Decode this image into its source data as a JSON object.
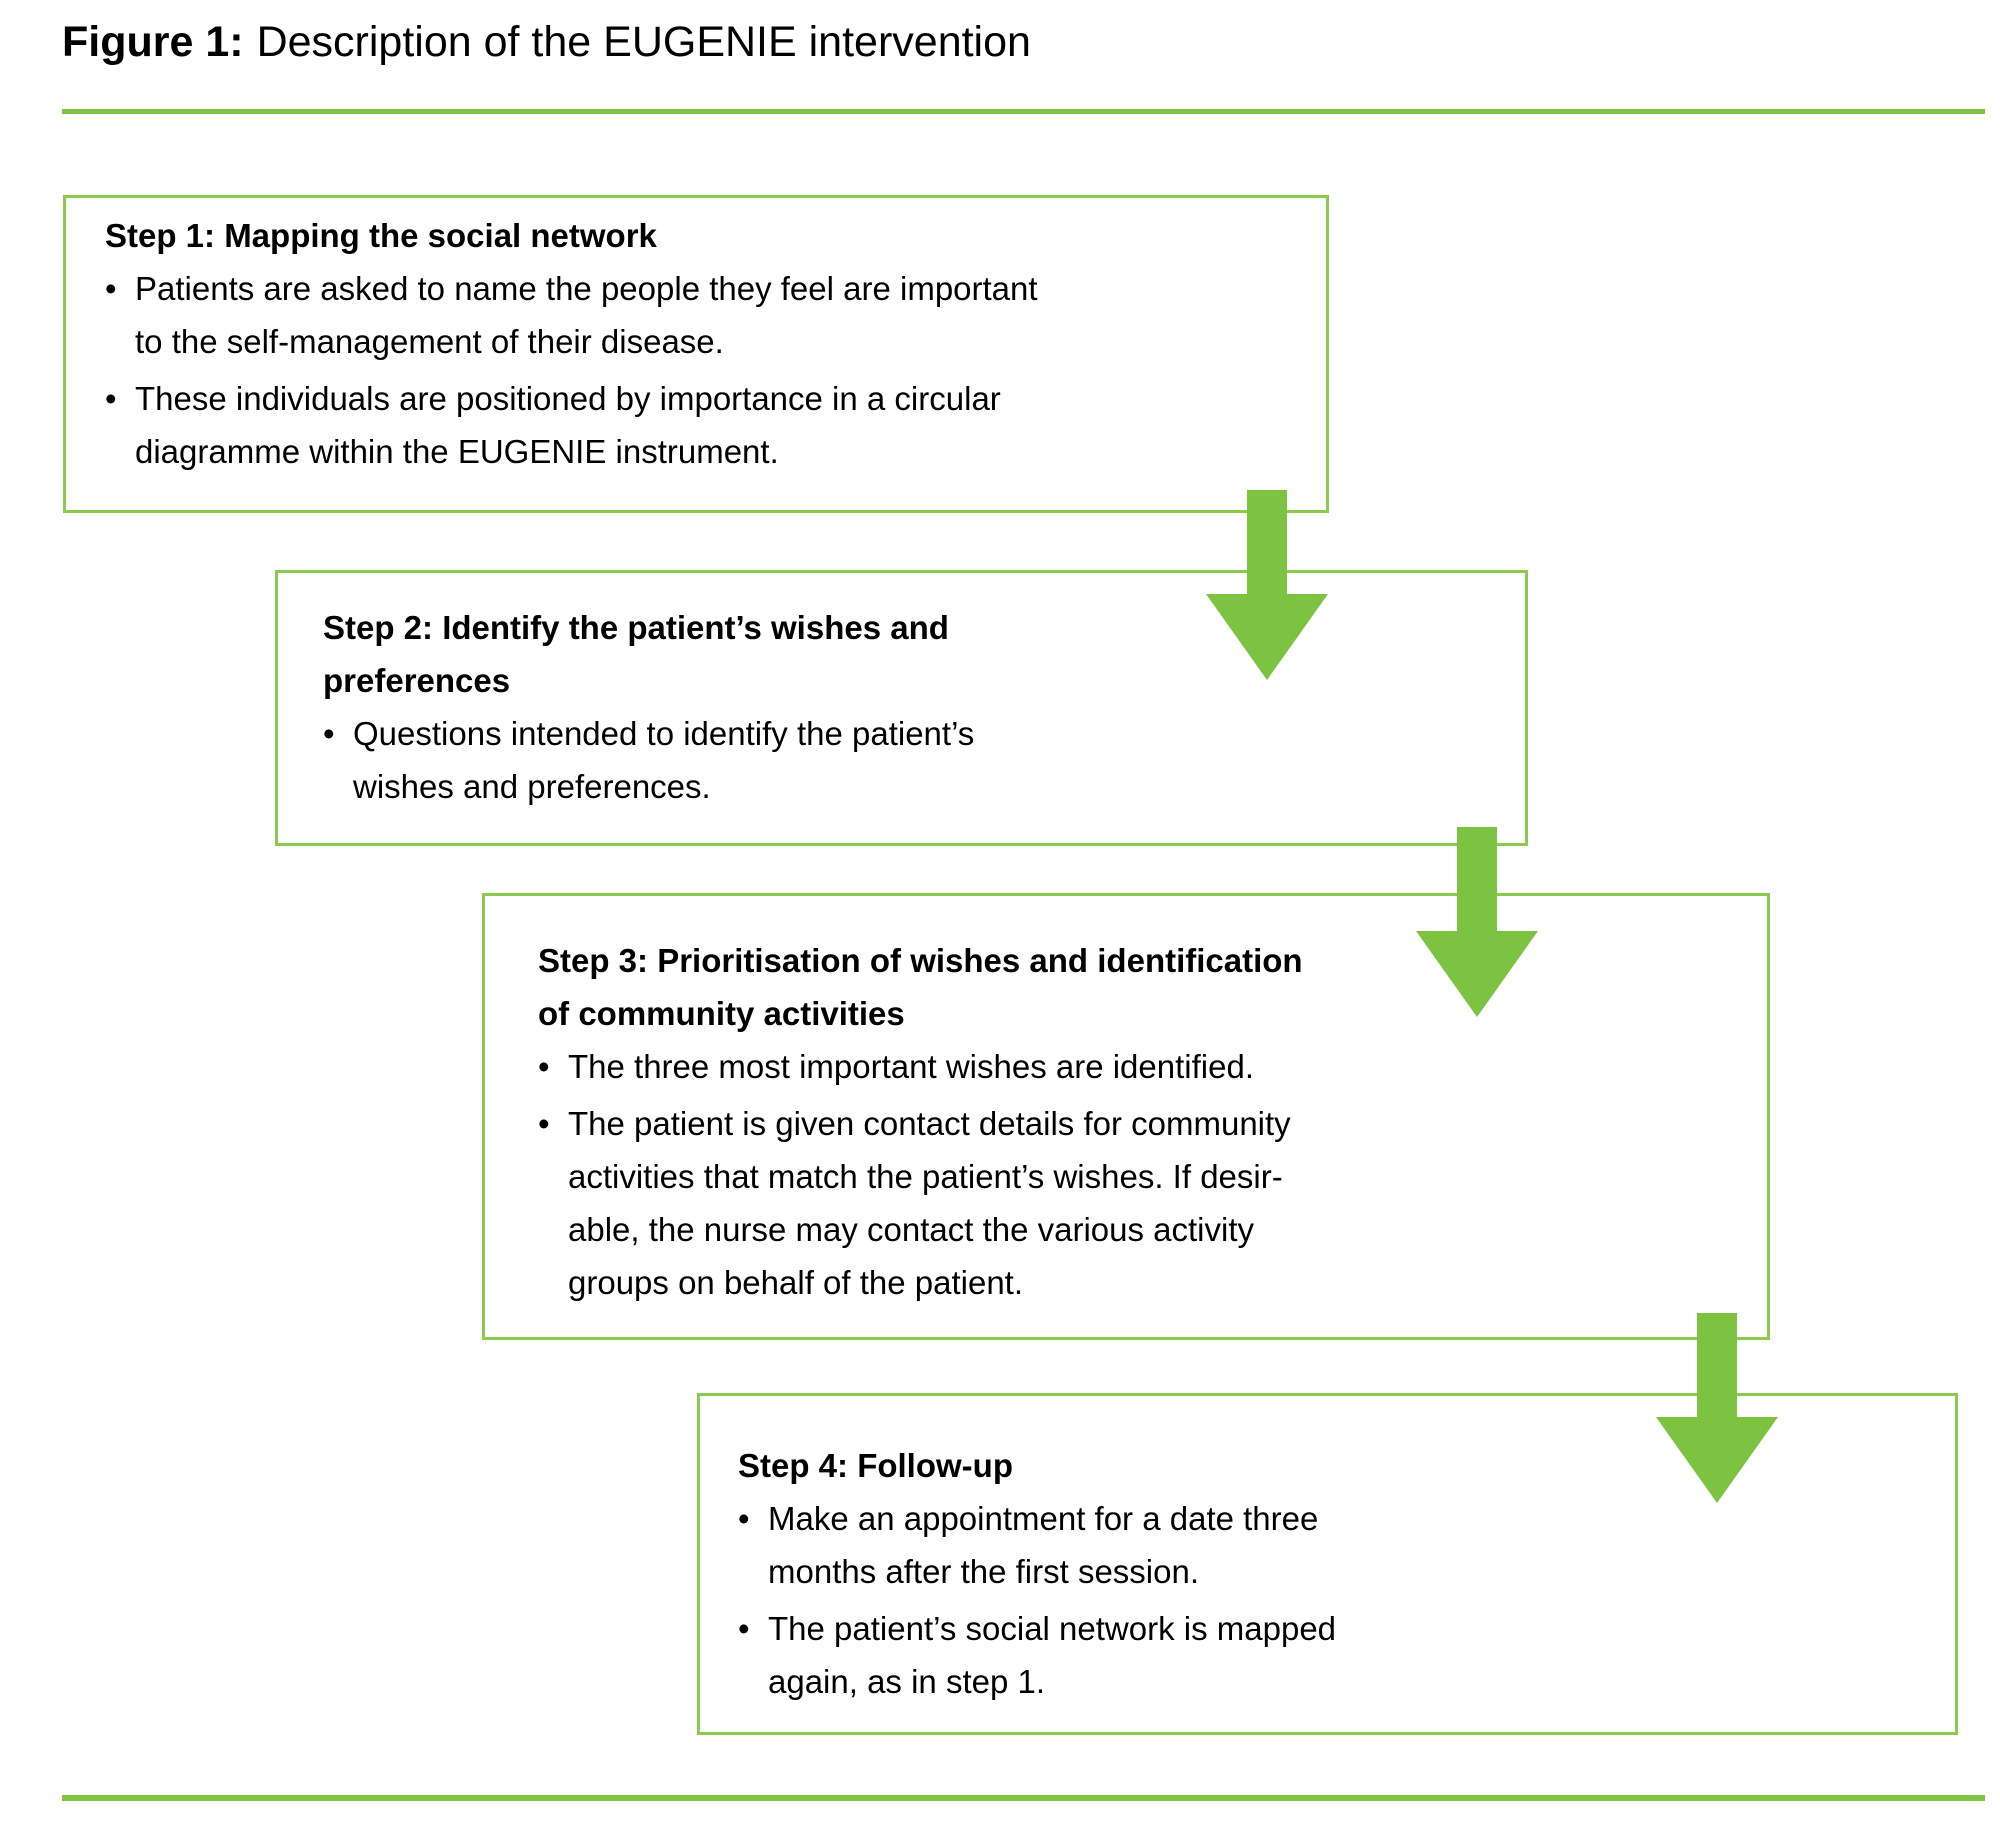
{
  "figure": {
    "label": "Figure 1:",
    "caption": "Description of the EUGENIE intervention",
    "bullet_glyph": "•"
  },
  "colors": {
    "box_border": "#8CC94F",
    "arrow": "#7CC342",
    "rule": "#80C445",
    "text": "#000000",
    "background": "#FFFFFF"
  },
  "steps": [
    {
      "title": "Step 1: Mapping the social network",
      "bullets": [
        "Patients are asked to name the people they feel are important\nto the self-management of their disease.",
        "These individuals are positioned by importance in a circular\ndiagramme within the EUGENIE instrument."
      ]
    },
    {
      "title": "Step 2: Identify the patient’s wishes and\npreferences",
      "bullets": [
        "Questions intended to identify the patient’s\nwishes and preferences."
      ]
    },
    {
      "title": "Step 3: Prioritisation of wishes and identification\nof community activities",
      "bullets": [
        "The three most important wishes are identified.",
        "The patient is given contact details for community\nactivities that match the patient’s wishes. If desir-\nable, the nurse may contact the various activity\ngroups on behalf of the patient."
      ]
    },
    {
      "title": "Step 4: Follow-up",
      "bullets": [
        "Make an appointment for a date three\nmonths after the first session.",
        "The patient’s social network is mapped\nagain, as in step 1."
      ]
    }
  ]
}
